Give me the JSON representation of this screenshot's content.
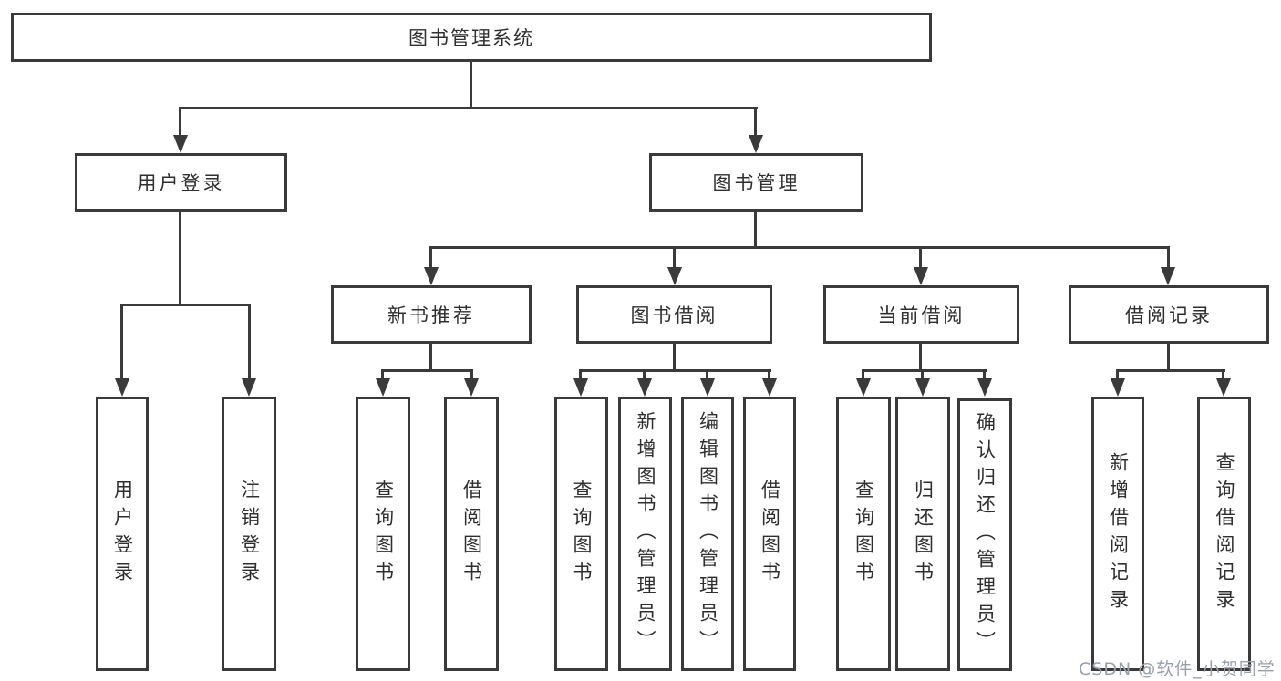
{
  "nodes": {
    "root": "图书管理系统",
    "user_login": "用户登录",
    "book_mgmt": "图书管理",
    "new_books": "新书推荐",
    "book_borrow": "图书借阅",
    "current_borrow": "当前借阅",
    "borrow_records": "借阅记录",
    "ul_user_login": "用户登录",
    "ul_logout": "注销登录",
    "nb_query_books": "查询图书",
    "nb_borrow_books": "借阅图书",
    "bb_query_books": "查询图书",
    "bb_add_books": "新增图书（管理员）",
    "bb_edit_books": "编辑图书（管理员）",
    "bb_borrow_books": "借阅图书",
    "cb_query_books": "查询图书",
    "cb_return_books": "归还图书",
    "cb_confirm_return": "确认归还（管理员）",
    "br_add_record": "新增借阅记录",
    "br_query_record": "查询借阅记录"
  },
  "watermark": "CSDN @软件_小贺同学",
  "colors": {
    "line": "#3a3a3a",
    "text": "#2f2f2f",
    "box_bg": "#ffffff",
    "watermark": "#9aa0aa",
    "background": "#ffffff"
  }
}
